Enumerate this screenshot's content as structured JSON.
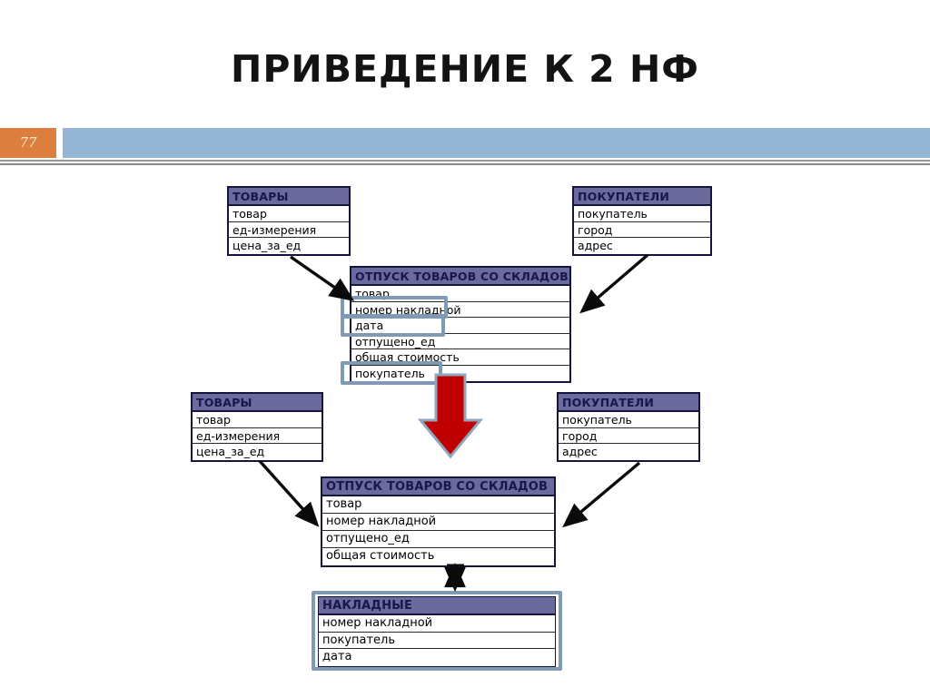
{
  "slide": {
    "title": "ПРИВЕДЕНИЕ К 2 НФ",
    "page_number": "77"
  },
  "colors": {
    "accent_bar": "#93B5D6",
    "page_badge": "#DC7E3E",
    "table_header_bg": "#6A6A9D",
    "table_header_text": "#17174E",
    "highlight_border": "#7E9AB5",
    "red_arrow": "#C00000"
  },
  "diagram": {
    "before": {
      "tovary": {
        "title": "ТОВАРЫ",
        "rows": [
          "товар",
          "ед-измерения",
          "цена_за_ед"
        ]
      },
      "pokupateli": {
        "title": "ПОКУПАТЕЛИ",
        "rows": [
          "покупатель",
          "город",
          "адрес"
        ]
      },
      "otpusk": {
        "title": "ОТПУСК ТОВАРОВ СО СКЛАДОВ",
        "rows": [
          "товар",
          "номер накладной",
          "дата",
          "отпущено_ед",
          "общая стоимость",
          "покупатель"
        ]
      }
    },
    "after": {
      "tovary": {
        "title": "ТОВАРЫ",
        "rows": [
          "товар",
          "ед-измерения",
          "цена_за_ед"
        ]
      },
      "pokupateli": {
        "title": "ПОКУПАТЕЛИ",
        "rows": [
          "покупатель",
          "город",
          "адрес"
        ]
      },
      "otpusk": {
        "title": "ОТПУСК ТОВАРОВ СО СКЛАДОВ",
        "rows": [
          "товар",
          "номер накладной",
          "отпущено_ед",
          "общая стоимость"
        ]
      },
      "nakladnye": {
        "title": "НАКЛАДНЫЕ",
        "rows": [
          "номер накладной",
          "покупатель",
          "дата"
        ]
      }
    }
  }
}
